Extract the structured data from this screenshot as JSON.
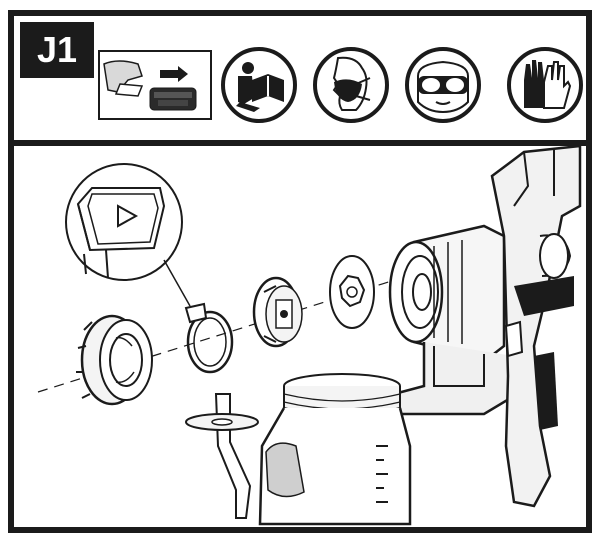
{
  "step": {
    "label": "J1"
  },
  "header_icons": [
    {
      "name": "remove-battery-icon"
    },
    {
      "name": "read-manual-icon"
    },
    {
      "name": "respirator-mask-icon"
    },
    {
      "name": "safety-glasses-icon"
    },
    {
      "name": "protective-gloves-icon"
    }
  ],
  "diagram": {
    "parts": [
      "nozzle-nut",
      "air-cap-ring",
      "spray-tip-assembly",
      "atomizer-disk",
      "sprayer-front-housing",
      "sprayer-body",
      "suction-tube-with-gasket",
      "paint-container"
    ],
    "callout_symbol": "play-triangle"
  },
  "colors": {
    "ink": "#1b1b1b",
    "gray": "#8a8a8a",
    "light": "#e2e2e2"
  }
}
